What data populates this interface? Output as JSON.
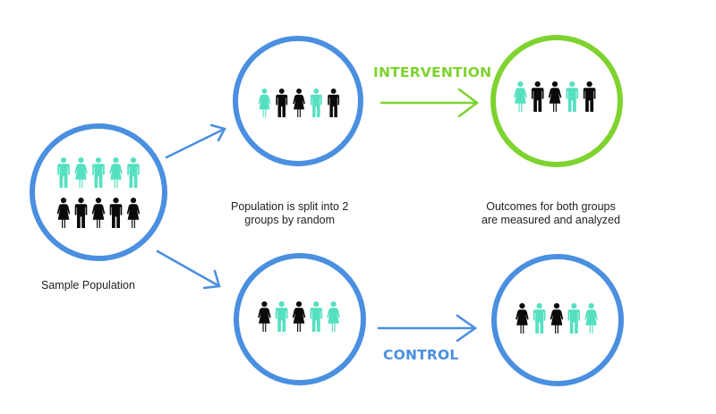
{
  "colors": {
    "blue": "#4A8FE0",
    "green": "#7ED32F",
    "teal": "#55E0C0",
    "black": "#0A0A0A",
    "text": "#222222"
  },
  "labels": {
    "intervention": "INTERVENTION",
    "control": "CONTROL"
  },
  "captions": {
    "sample": "Sample Population",
    "split_line1": "Population is split into 2",
    "split_line2": "groups by random",
    "outcome_line1": "Outcomes for both groups",
    "outcome_line2": "are measured and analyzed"
  },
  "groups": {
    "sample": {
      "ring": "blue",
      "rows": [
        [
          "teal-male",
          "teal-female",
          "teal-male",
          "teal-female",
          "teal-male"
        ],
        [
          "black-female",
          "black-male",
          "black-female",
          "black-male",
          "black-female"
        ]
      ]
    },
    "intervention_start": {
      "ring": "blue",
      "rows": [
        [
          "teal-female",
          "black-male",
          "black-female",
          "teal-male",
          "black-male"
        ]
      ]
    },
    "intervention_end": {
      "ring": "green",
      "rows": [
        [
          "teal-female",
          "black-male",
          "black-female",
          "teal-male",
          "black-male"
        ]
      ]
    },
    "control_start": {
      "ring": "blue",
      "rows": [
        [
          "black-female",
          "teal-male",
          "black-female",
          "teal-male",
          "teal-female"
        ]
      ]
    },
    "control_end": {
      "ring": "blue",
      "rows": [
        [
          "black-female",
          "teal-male",
          "black-female",
          "teal-male",
          "teal-female"
        ]
      ]
    }
  }
}
